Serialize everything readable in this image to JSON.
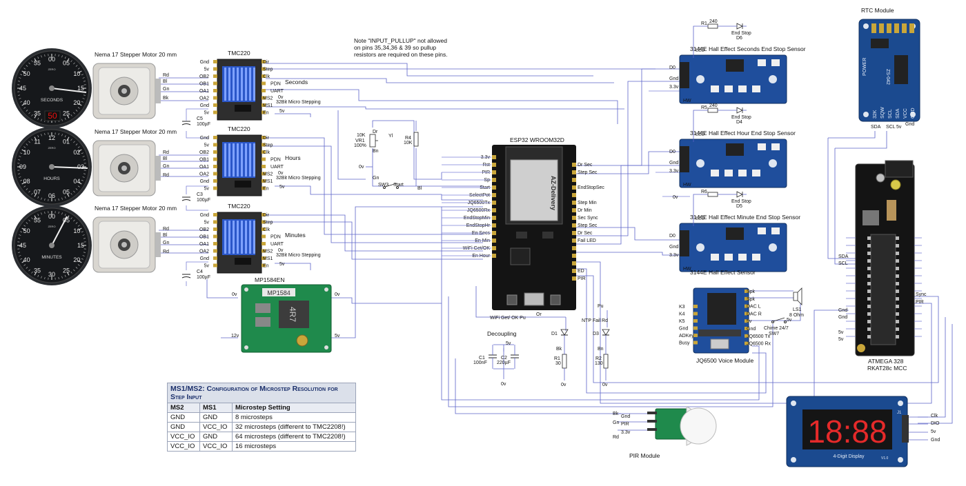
{
  "note": {
    "line1": "Note \"INPUT_PULLUP\" not allowed",
    "line2": "on pins 35,34,36 & 39 so pullup",
    "line3": "resistors are required on these pins."
  },
  "gauges": [
    {
      "label": "SECONDS",
      "ticks": [
        "05",
        "10",
        "15",
        "20",
        "25",
        "30",
        "35",
        "40",
        "45",
        "50",
        "55",
        "00"
      ],
      "display": "50",
      "zero": "ZERO"
    },
    {
      "label": "HOURS",
      "ticks": [
        "01",
        "02",
        "03",
        "04",
        "05",
        "06",
        "07",
        "08",
        "09",
        "10",
        "11",
        "12"
      ],
      "display": "",
      "zero": "ZERO"
    },
    {
      "label": "MINUTES",
      "ticks": [
        "05",
        "10",
        "15",
        "20",
        "25",
        "30",
        "35",
        "40",
        "45",
        "50",
        "55",
        "00"
      ],
      "display": "",
      "zero": "ZERO"
    }
  ],
  "motors": [
    {
      "title": "Nema 17 Stepper Motor 20 mm",
      "wires": [
        "Rd",
        "Bl",
        "Gn",
        "Bk"
      ]
    },
    {
      "title": "Nema 17 Stepper Motor 20 mm",
      "wires": [
        "Rd",
        "Bl",
        "Gn",
        "Rd"
      ]
    },
    {
      "title": "Nema 17 Stepper Motor 20 mm",
      "wires": [
        "Rd",
        "Bl",
        "Gn",
        "Rd"
      ]
    }
  ],
  "drivers": [
    {
      "title": "TMC220",
      "name": "Seconds",
      "cap": "C5",
      "cap_value": "100µF"
    },
    {
      "title": "TMC220",
      "name": "Hours",
      "cap": "C3",
      "cap_value": "100µF"
    },
    {
      "title": "TMC220",
      "name": "Minutes",
      "cap": "C4",
      "cap_value": "100µF"
    }
  ],
  "driver_pins_left": [
    "Gnd",
    "5v",
    "OB2",
    "OB1",
    "OA1",
    "OA2",
    "Gnd",
    "5v"
  ],
  "driver_pins_right": [
    "Dir",
    "Step",
    "Clk",
    "PDN",
    "UART",
    "MS2",
    "MS1",
    "En"
  ],
  "driver_extra": {
    "microstep": "32Bit Micro Stepping",
    "v0": "0v",
    "v5": "5v"
  },
  "mp1584": {
    "title": "MP1584EN",
    "in0": "0v",
    "in12": "12v",
    "out0": "0v",
    "out5": "5v"
  },
  "pot": {
    "name": "10K",
    "ref": "VR1",
    "pct": "100%",
    "dr": "Dr",
    "bn": "Bn",
    "gn": "Gn",
    "v0": "0v"
  },
  "r4": {
    "ref": "R4",
    "value": "10K",
    "yl": "Yl",
    "bl": "Bl"
  },
  "sw3": {
    "ref": "SW3",
    "label": "Start"
  },
  "esp32": {
    "title": "ESP32 WROOM32D",
    "brand": "AZ-Delivery",
    "left_pins": [
      "3.3v",
      "Rst",
      "PIR",
      "Sp",
      "Start",
      "SelectPot",
      "JQ6500Tx",
      "JQ6500Rx",
      "EndStopMin",
      "EndStopHr",
      "En Secs",
      "En Min",
      "WiFi Get/OK",
      "En Hour"
    ],
    "right_pins": [
      "Dr Sec",
      "Step Sec",
      "",
      "EndStopSec",
      "",
      "Step Min",
      "Dr Min",
      "Sec Sync",
      "Step Sec",
      "Dr Sec",
      "Fail LED",
      "",
      "",
      "",
      "ED",
      "PIR"
    ],
    "bottom_left": "WiFi Get/ OK Pu",
    "bottom_right": "Or"
  },
  "decoupling": {
    "title": "Decoupling",
    "v5": "5v",
    "c1": "C1",
    "c1_val": "100nF",
    "c2": "C2",
    "c2_val": "220µF",
    "v0": "0v"
  },
  "led1": {
    "ref": "D1",
    "color": "Bk",
    "r_ref": "R1",
    "r_val": "30",
    "gnd": "0v"
  },
  "led3": {
    "ref": "D3",
    "label": "NTP Fail Rd",
    "pu": "Pu",
    "color": "Bn",
    "r_ref": "R2",
    "r_val": "130",
    "gnd": "0v"
  },
  "hall_sensors": [
    {
      "title": "3144E Hall Effect Seconds End Stop Sensor",
      "r_ref": "R1",
      "r_val": "240",
      "led": "D6",
      "led_label": "End Stop",
      "pins": [
        "D0",
        "Gnd",
        "3.3v"
      ],
      "hw": "HW",
      "led_txt": "LED"
    },
    {
      "title": "3144E Hall Effect Hour End Stop Sensor",
      "r_ref": "R5",
      "r_val": "240",
      "led": "D4",
      "led_label": "End Stop",
      "pins": [
        "D0",
        "Gnd",
        "3.3v"
      ],
      "hw": "HW",
      "led_txt": "LED"
    },
    {
      "title": "3144E Hall Effect Minute End Stop Sensor",
      "r_ref": "R6",
      "r_val": "",
      "led": "D5",
      "led_label": "End Stop",
      "pins": [
        "D0",
        "Gnd",
        "3.3v"
      ],
      "hw": "HW",
      "led_txt": "LED"
    }
  ],
  "hall_bottom": "3144E Hall Effect Sensor",
  "hall_v0": "0v",
  "rtc": {
    "title": "RTC Module",
    "chip": "ZS-042",
    "labels": [
      "SDA",
      "SCL",
      "5v",
      "Gnd"
    ],
    "pins_top": [
      "32K",
      "SQW",
      "SCL",
      "SDA",
      "VCC",
      "GND"
    ],
    "power": "POWER"
  },
  "atmega": {
    "title": "ATMEGA 328",
    "subtitle": "RKAT28c MCC",
    "left_labels": [
      "SDA",
      "SCL",
      "Gnd",
      "Gnd",
      "5v",
      "5v"
    ],
    "right_labels": [
      "Sync",
      "PIR"
    ]
  },
  "jq6500": {
    "title": "JQ6500 Voice Module",
    "left_pins": [
      "K3",
      "K4",
      "K5",
      "Gnd",
      "ADKey",
      "Busy"
    ],
    "right_pins": [
      "Spk",
      "Spk",
      "DAC L",
      "DAC R",
      "5v",
      "Gnd",
      "JQ6500 Tx",
      "JQ6500 Rx"
    ],
    "speaker": {
      "ref": "LS1",
      "value": "8 Ohm"
    },
    "switch": {
      "label": "Chime 24/7",
      "ref": "SW7",
      "v5": "5v"
    }
  },
  "pir": {
    "title": "PIR Module",
    "pins": [
      "Gnd",
      "PIR",
      "3.3v"
    ],
    "colors": [
      "Bk",
      "Gn",
      "Rd"
    ]
  },
  "display4": {
    "title": "4-Digit Display",
    "ref": "J1",
    "digits": "18:88",
    "pins": [
      "Clk",
      "DIO",
      "5v",
      "Gnd"
    ],
    "ver": "V1.0"
  },
  "ms_table": {
    "caption": "MS1/MS2: Configuration of Microstep Resolution for Step Input",
    "headers": [
      "MS2",
      "MS1",
      "Microstep Setting"
    ],
    "rows": [
      [
        "GND",
        "GND",
        "8 microsteps"
      ],
      [
        "GND",
        "VCC_IO",
        "32 microsteps (different to TMC2208!)"
      ],
      [
        "VCC_IO",
        "GND",
        "64 microsteps (different to TMC2208!)"
      ],
      [
        "VCC_IO",
        "VCC_IO",
        "16 microsteps"
      ]
    ]
  },
  "colors": {
    "wire": "#5b63c9",
    "board_blue": "#1f4e9c",
    "pcb_green": "#1f8a4c",
    "pcb_black": "#141414",
    "rtc_blue": "#1b4a8f"
  }
}
